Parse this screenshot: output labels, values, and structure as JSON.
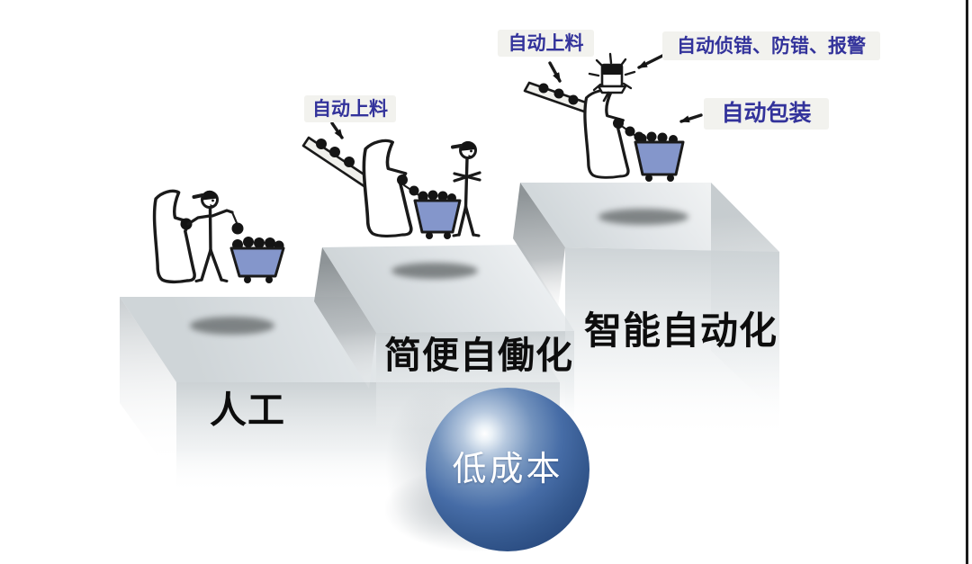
{
  "steps": [
    {
      "label": "人工"
    },
    {
      "label": "简便自働化"
    },
    {
      "label": "智能自动化"
    }
  ],
  "callouts": {
    "auto_feed_mid": "自动上料",
    "auto_feed_top": "自动上料",
    "auto_detect": "自动侦错、防错、报警",
    "auto_pack": "自动包装"
  },
  "sphere": {
    "label": "低成本"
  },
  "colors": {
    "callout_text": "#33339b",
    "callout_bg": "#f2f2ee",
    "cart_fill": "#8496cb",
    "sphere_blue": "#34588e",
    "title_text": "#0d0d0d"
  }
}
